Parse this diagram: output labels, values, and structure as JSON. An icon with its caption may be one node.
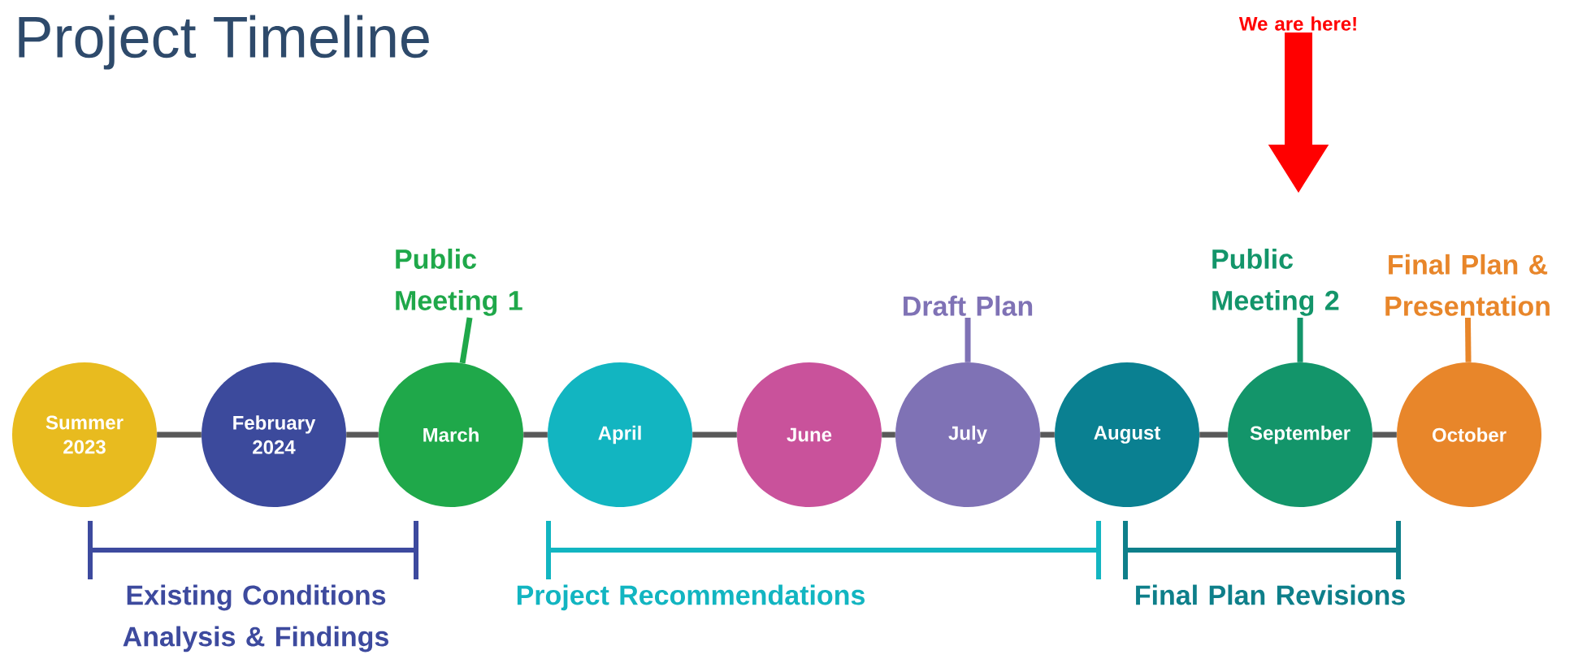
{
  "diagram": {
    "title": "Project Timeline",
    "nodes": [
      {
        "text": [
          "We are here!"
        ]
      },
      {
        "text": [
          "Public Meeting 1"
        ]
      },
      {
        "text": [
          "Draft Plan"
        ]
      },
      {
        "text": [
          "Public Meeting 2"
        ]
      },
      {
        "text": [
          "Final Plan & Presentation"
        ]
      },
      {
        "text": [
          "Summer 2023"
        ]
      },
      {
        "text": [
          "February 2024"
        ]
      },
      {
        "text": [
          "March"
        ]
      },
      {
        "text": [
          "April"
        ]
      },
      {
        "text": [
          "June"
        ]
      },
      {
        "text": [
          "July"
        ]
      },
      {
        "text": [
          "August"
        ]
      },
      {
        "text": [
          "September"
        ]
      },
      {
        "text": [
          "October"
        ]
      }
    ],
    "edges": [
      {
        "from": 0,
        "to": null,
        "arrow": "to",
        "style": "thick",
        "color": "#ff0000"
      },
      {
        "from": 1,
        "to": 7,
        "arrow": "none",
        "color": "#1fa84a"
      },
      {
        "from": 2,
        "to": 10,
        "arrow": "none",
        "color": "#7f72b5"
      },
      {
        "from": 3,
        "to": 12,
        "arrow": "none",
        "color": "#13956a"
      },
      {
        "from": 4,
        "to": 13,
        "arrow": "none",
        "color": "#e8862a"
      },
      {
        "from": 5,
        "to": 6,
        "arrow": "none"
      },
      {
        "from": 6,
        "to": 7,
        "arrow": "none"
      },
      {
        "from": 7,
        "to": 8,
        "arrow": "none"
      },
      {
        "from": 8,
        "to": 9,
        "arrow": "none"
      },
      {
        "from": 9,
        "to": 10,
        "arrow": "none"
      },
      {
        "from": 10,
        "to": 11,
        "arrow": "none"
      },
      {
        "from": 11,
        "to": 12,
        "arrow": "none"
      },
      {
        "from": 12,
        "to": 13,
        "arrow": "none"
      }
    ],
    "labels": [
      "Existing Conditions Analysis & Findings",
      "Project Recommendations",
      "Final Plan Revisions"
    ]
  }
}
